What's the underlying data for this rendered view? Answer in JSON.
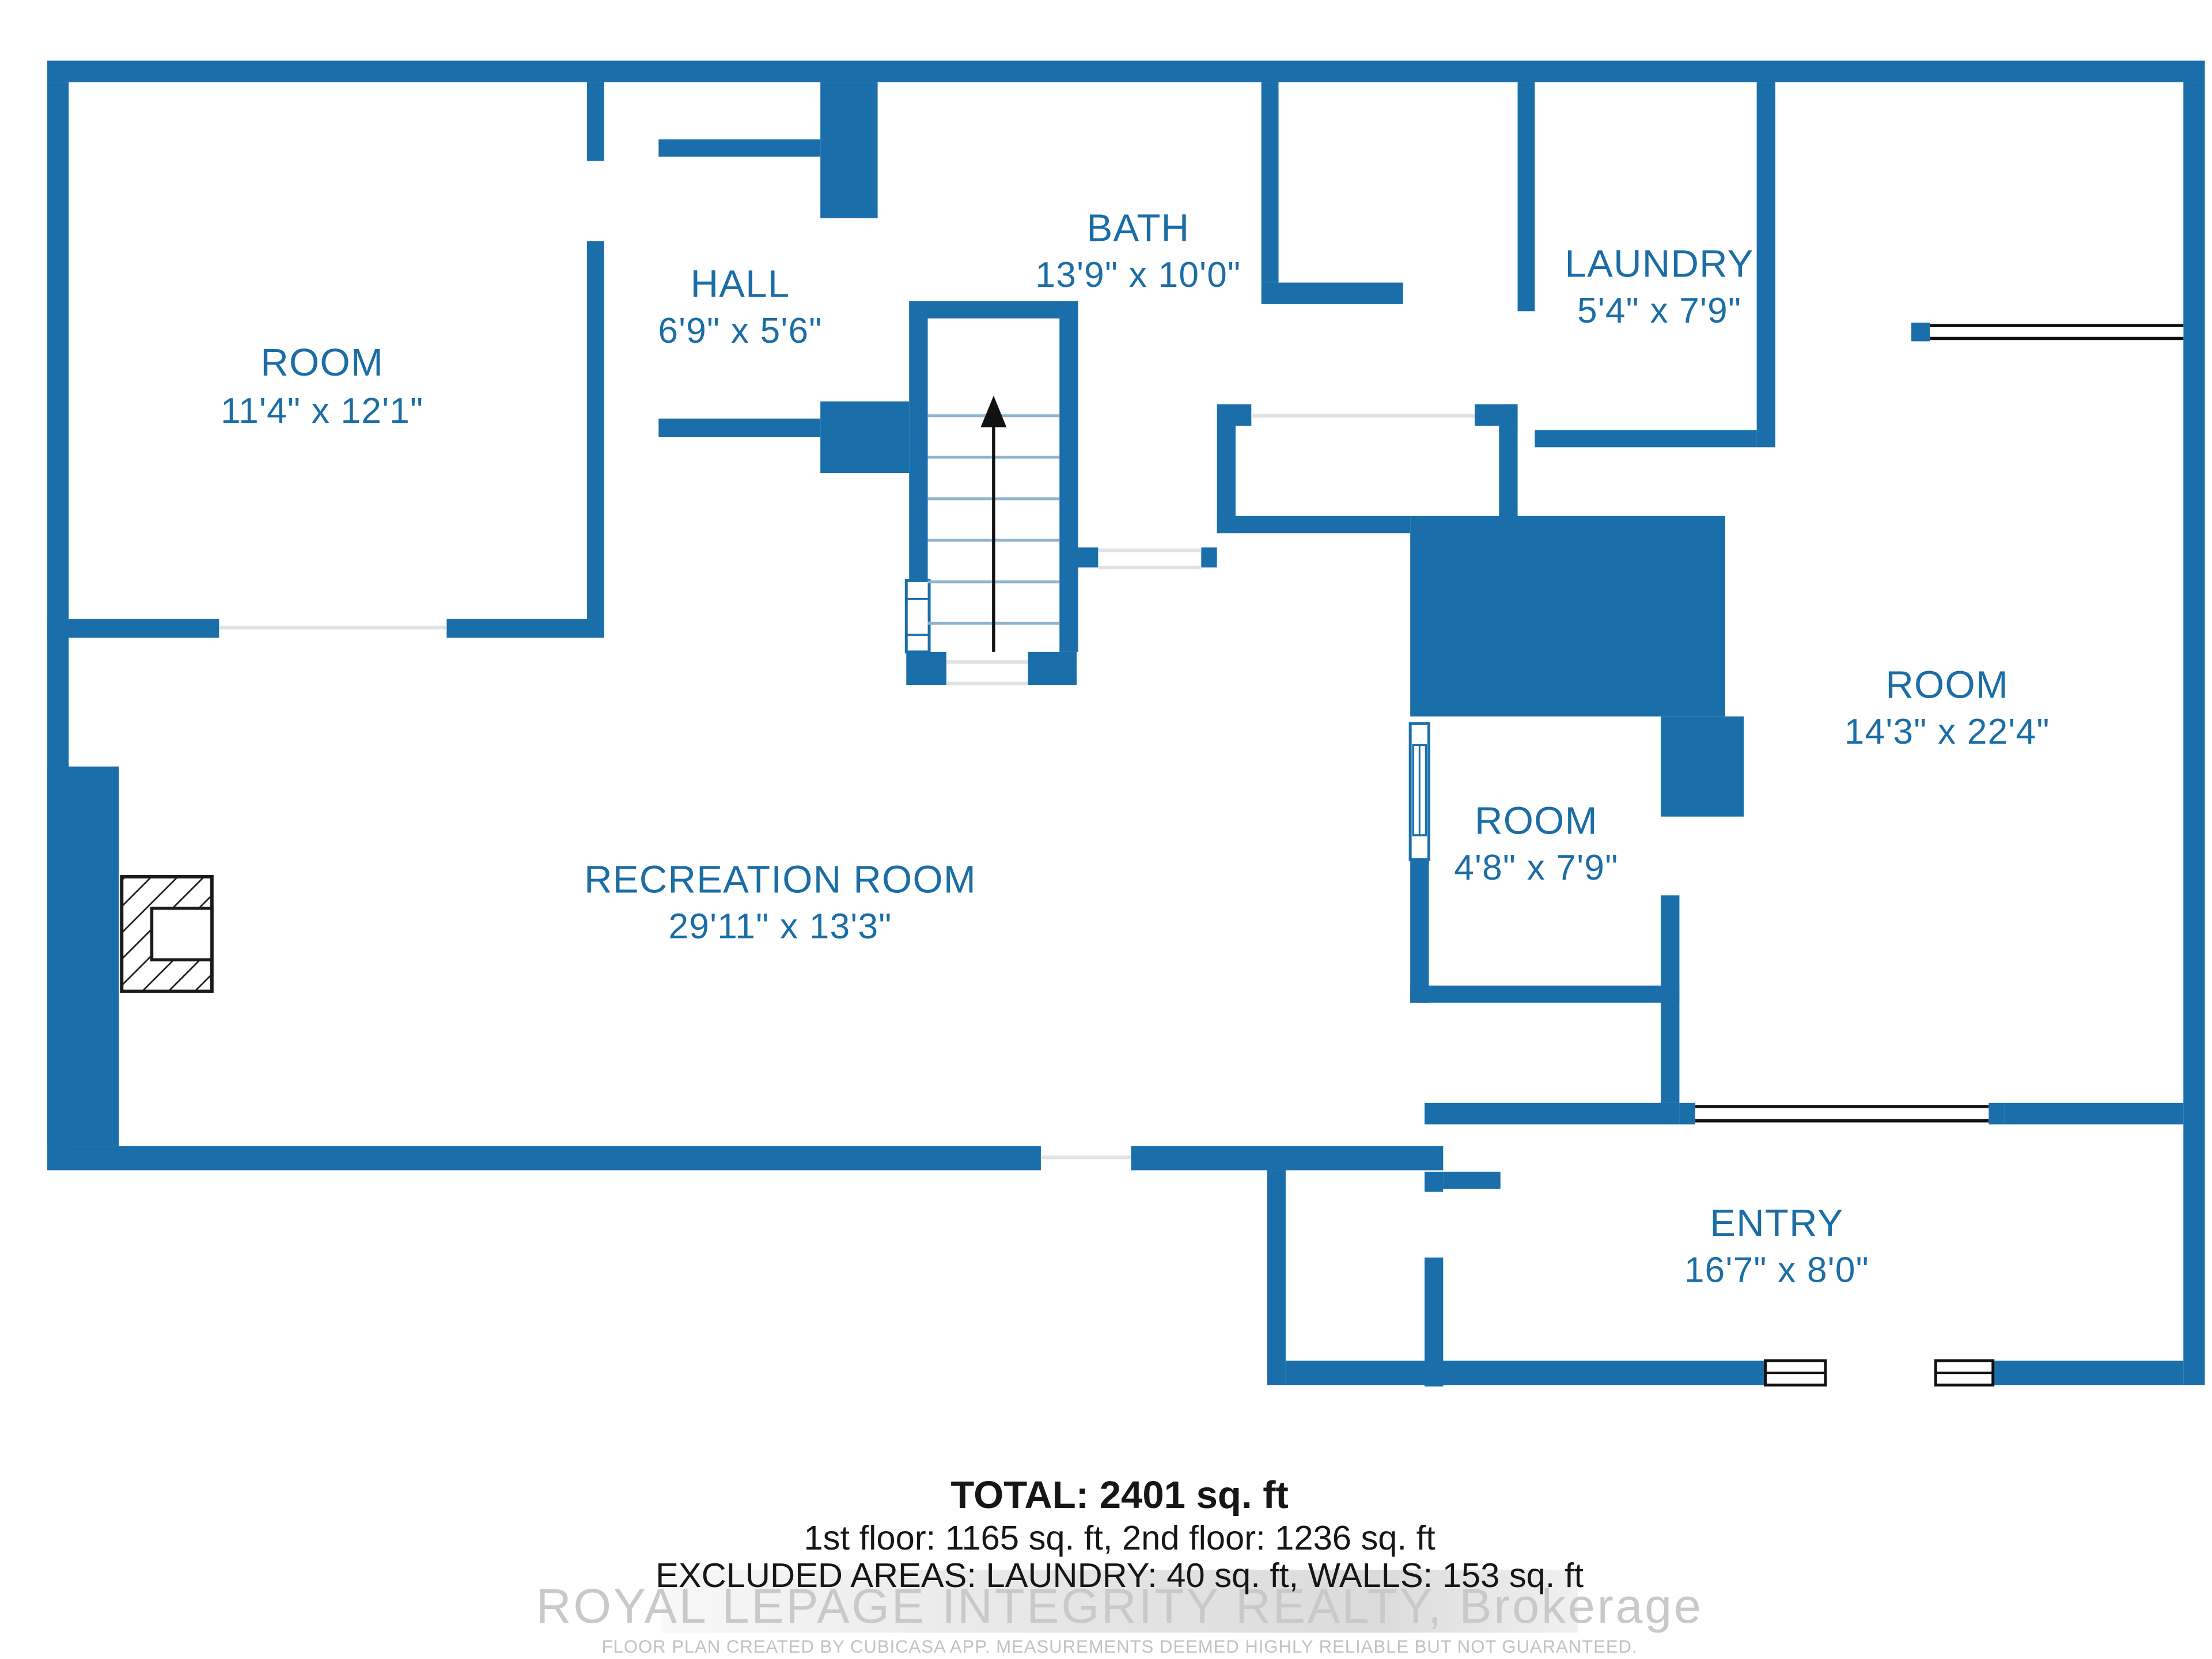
{
  "plan": {
    "type": "floor-plan",
    "rooms": [
      {
        "name": "ROOM",
        "dims": "11'4\" x 12'1\""
      },
      {
        "name": "HALL",
        "dims": "6'9\" x 5'6\""
      },
      {
        "name": "BATH",
        "dims": "13'9\" x 10'0\""
      },
      {
        "name": "LAUNDRY",
        "dims": "5'4\" x 7'9\""
      },
      {
        "name": "ROOM",
        "dims": "14'3\" x 22'4\""
      },
      {
        "name": "RECREATION ROOM",
        "dims": "29'11\" x 13'3\""
      },
      {
        "name": "ROOM",
        "dims": "4'8\" x 7'9\""
      },
      {
        "name": "ENTRY",
        "dims": "16'7\" x 8'0\""
      }
    ],
    "symbols": [
      "staircase-up-arrow",
      "fireplace",
      "windows",
      "door-openings"
    ]
  },
  "summary": {
    "total": "TOTAL: 2401 sq. ft",
    "floors": "1st floor: 1165 sq. ft, 2nd floor: 1236 sq. ft",
    "excluded": "EXCLUDED AREAS: LAUNDRY: 40 sq. ft, WALLS: 153 sq. ft"
  },
  "watermark": "ROYAL LEPAGE INTEGRITY REALTY, Brokerage",
  "disclaimer": "FLOOR PLAN CREATED BY CUBICASA APP. MEASUREMENTS DEEMED HIGHLY RELIABLE BUT NOT GUARANTEED.",
  "colors": {
    "wall": "#1a6fab",
    "label": "#1b6da6",
    "tread": "#8fb3cd",
    "arrow": "#111111",
    "watermark": "#c9c9c9",
    "disclaimer": "#c2c2c2"
  }
}
